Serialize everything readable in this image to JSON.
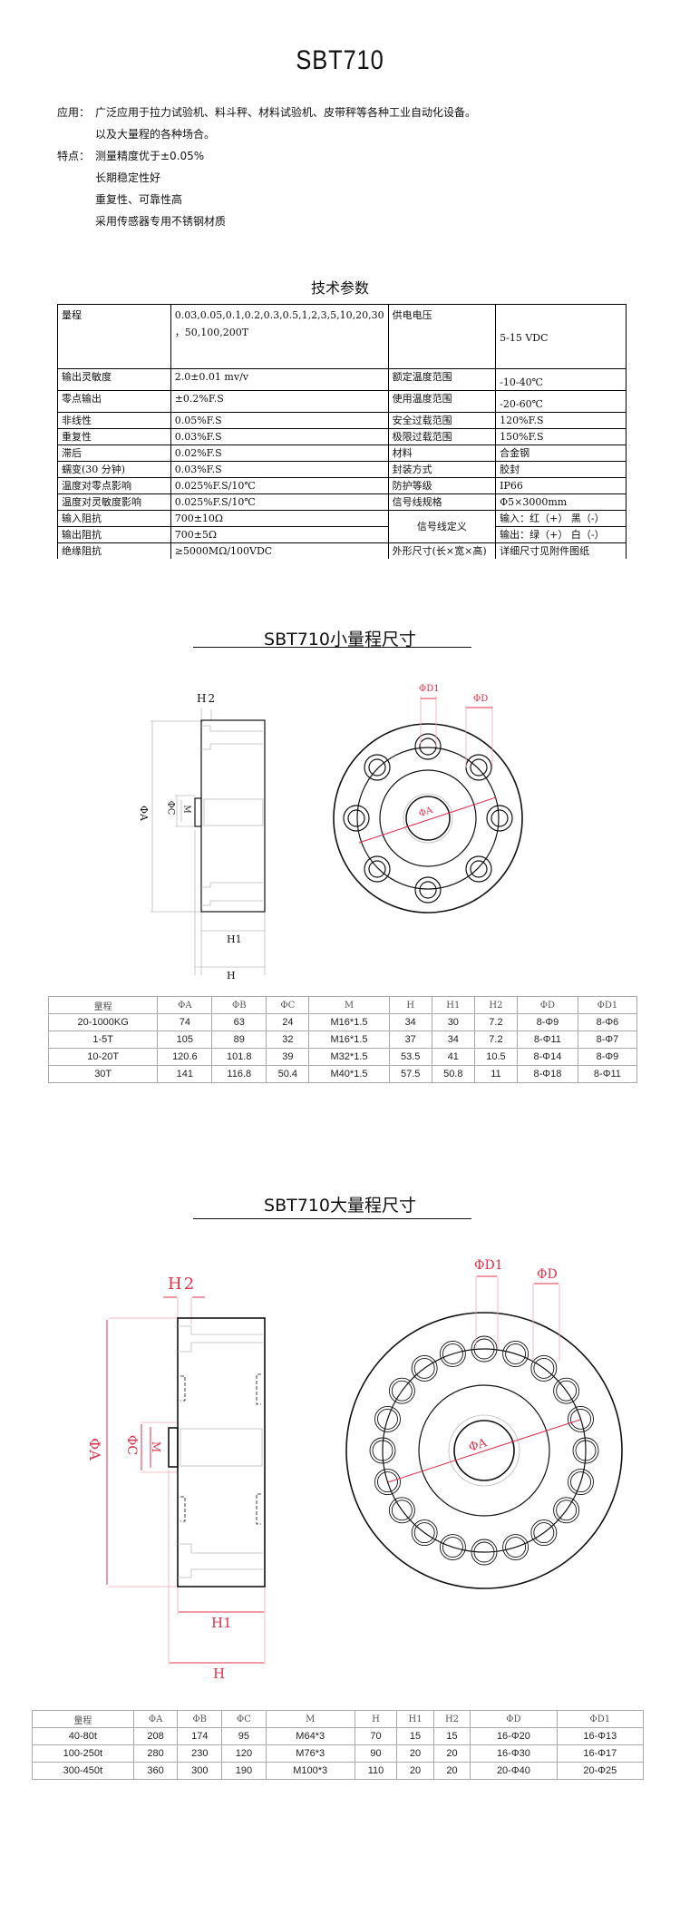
{
  "title": "SBT710",
  "intro": {
    "application_label": "应用：",
    "application_lines": [
      "广泛应用于拉力试验机、料斗秤、材料试验机、皮带秤等各种工业自动化设备。",
      "以及大量程的各种场合。"
    ],
    "features_label": "特点：",
    "features": [
      "测量精度优于±0.05%",
      "长期稳定性好",
      "重复性、可靠性高",
      "采用传感器专用不锈钢材质"
    ]
  },
  "specs": {
    "title": "技术参数",
    "rows": [
      {
        "k1": "量程",
        "v1": "0.03,0.05,0.1,0.2,0.3,0.5,1,2,3,5,10,20,30 ，50,100,200T",
        "k2": "供电电压",
        "v2": "5-15 VDC"
      },
      {
        "k1": "输出灵敏度",
        "v1": "2.0±0.01 mv/v",
        "k2": "额定温度范围",
        "v2": "-10-40℃"
      },
      {
        "k1": "零点输出",
        "v1": "±0.2%F.S",
        "k2": "使用温度范围",
        "v2": "-20-60℃"
      },
      {
        "k1": "非线性",
        "v1": "0.05%F.S",
        "k2": "安全过载范围",
        "v2": "120%F.S"
      },
      {
        "k1": "重复性",
        "v1": "0.03%F.S",
        "k2": "极限过载范围",
        "v2": "150%F.S"
      },
      {
        "k1": "滞后",
        "v1": "0.02%F.S",
        "k2": "材料",
        "v2": "合金钢"
      },
      {
        "k1": "蠕变(30 分钟)",
        "v1": "0.03%F.S",
        "k2": "封装方式",
        "v2": "胶封"
      },
      {
        "k1": "温度对零点影响",
        "v1": "0.025%F.S/10℃",
        "k2": "防护等级",
        "v2": "IP66"
      },
      {
        "k1": "温度对灵敏度影响",
        "v1": "0.025%F.S/10℃",
        "k2": "信号线规格",
        "v2": "Φ5×3000mm"
      },
      {
        "k1": "输入阻抗",
        "v1": "700±10Ω",
        "k2": "信号线定义",
        "v2": "输入：红（+） 黑（-）"
      },
      {
        "k1": "输出阻抗",
        "v1": "700±5Ω",
        "v2": "输出：绿（+） 白（-）"
      },
      {
        "k1": "绝缘阻抗",
        "v1": "≥5000MΩ/100VDC",
        "k2": "外形尺寸(长×宽×高)",
        "v2": "详细尺寸见附件图纸"
      }
    ]
  },
  "small": {
    "title": "SBT710小量程尺寸",
    "labels": {
      "H2": "H2",
      "A": "ΦA",
      "C": "ΦC",
      "M": "M",
      "H1": "H1",
      "H": "H",
      "D1": "ΦD1",
      "D": "ΦD",
      "A2": "ΦA"
    },
    "headers": [
      "量程",
      "ΦA",
      "ΦB",
      "ΦC",
      "M",
      "H",
      "H1",
      "H2",
      "ΦD",
      "ΦD1"
    ],
    "rows": [
      [
        "20-1000KG",
        "74",
        "63",
        "24",
        "M16*1.5",
        "34",
        "30",
        "7.2",
        "8-Φ9",
        "8-Φ6"
      ],
      [
        "1-5T",
        "105",
        "89",
        "32",
        "M16*1.5",
        "37",
        "34",
        "7.2",
        "8-Φ11",
        "8-Φ7"
      ],
      [
        "10-20T",
        "120.6",
        "101.8",
        "39",
        "M32*1.5",
        "53.5",
        "41",
        "10.5",
        "8-Φ14",
        "8-Φ9"
      ],
      [
        "30T",
        "141",
        "116.8",
        "50.4",
        "M40*1.5",
        "57.5",
        "50.8",
        "11",
        "8-Φ18",
        "8-Φ11"
      ]
    ]
  },
  "large": {
    "title": "SBT710大量程尺寸",
    "labels": {
      "H2": "H2",
      "A": "ΦA",
      "C": "ΦC",
      "M": "M",
      "H1": "H1",
      "H": "H",
      "D1": "ΦD1",
      "D": "ΦD",
      "A2": "ΦA"
    },
    "headers": [
      "量程",
      "ΦA",
      "ΦB",
      "ΦC",
      "M",
      "H",
      "H1",
      "H2",
      "ΦD",
      "ΦD1"
    ],
    "rows": [
      [
        "40-80t",
        "208",
        "174",
        "95",
        "M64*3",
        "70",
        "15",
        "15",
        "16-Φ20",
        "16-Φ13"
      ],
      [
        "100-250t",
        "280",
        "230",
        "120",
        "M76*3",
        "90",
        "20",
        "20",
        "16-Φ30",
        "16-Φ17"
      ],
      [
        "300-450t",
        "360",
        "300",
        "190",
        "M100*3",
        "110",
        "20",
        "20",
        "20-Φ40",
        "20-Φ25"
      ]
    ]
  },
  "colors": {
    "dimension_red": "#e0304a",
    "text": "#111111"
  }
}
